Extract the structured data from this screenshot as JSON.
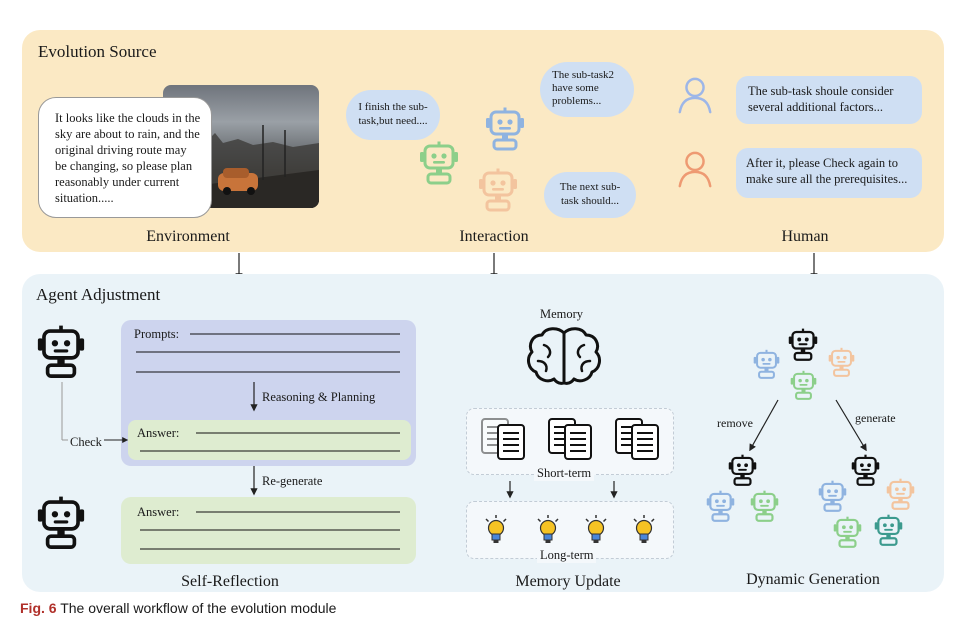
{
  "evolution_source": {
    "title": "Evolution Source",
    "environment": {
      "speech": "It looks like the clouds in the sky are about to rain, and the original driving route may be changing, so please plan reasonably under current situation.....",
      "label": "Environment"
    },
    "interaction": {
      "bubble_1": "I finish the sub-task,but need....",
      "bubble_2": "The sub-task2 have some problems...",
      "bubble_3": "The next sub-task should...",
      "label": "Interaction"
    },
    "human": {
      "message_1": "The sub-task shoule consider several additional factors...",
      "message_2": "After it, please Check again to make sure all the prerequisites...",
      "label": "Human"
    }
  },
  "agent_adjustment": {
    "title": "Agent Adjustment",
    "self_reflection": {
      "prompts_label": "Prompts:",
      "reasoning_label": "Reasoning & Planning",
      "answer_label_1": "Answer:",
      "check_label": "Check",
      "regenerate_label": "Re-generate",
      "answer_label_2": "Answer:",
      "label": "Self-Reflection"
    },
    "memory_update": {
      "memory_label": "Memory",
      "short_term_label": "Short-term",
      "long_term_label": "Long-term",
      "label": "Memory Update"
    },
    "dynamic_generation": {
      "remove_label": "remove",
      "generate_label": "generate",
      "label": "Dynamic Generation"
    }
  },
  "caption": {
    "fig": "Fig. 6",
    "text": "The overall workflow of the evolution module"
  },
  "colors": {
    "top_panel": "#fbe9c4",
    "bottom_panel": "#eaf3f8",
    "bubble_blue": "#cfdff3",
    "prompt_box": "#cdd4ee",
    "answer_box": "#deecd0",
    "robot_green": "#8ccf8a",
    "robot_blue": "#8fb3e0",
    "robot_orange": "#f3c49e",
    "robot_teal": "#3c9a8e",
    "human_blue": "#9db6e8",
    "human_orange": "#ee9a72"
  }
}
